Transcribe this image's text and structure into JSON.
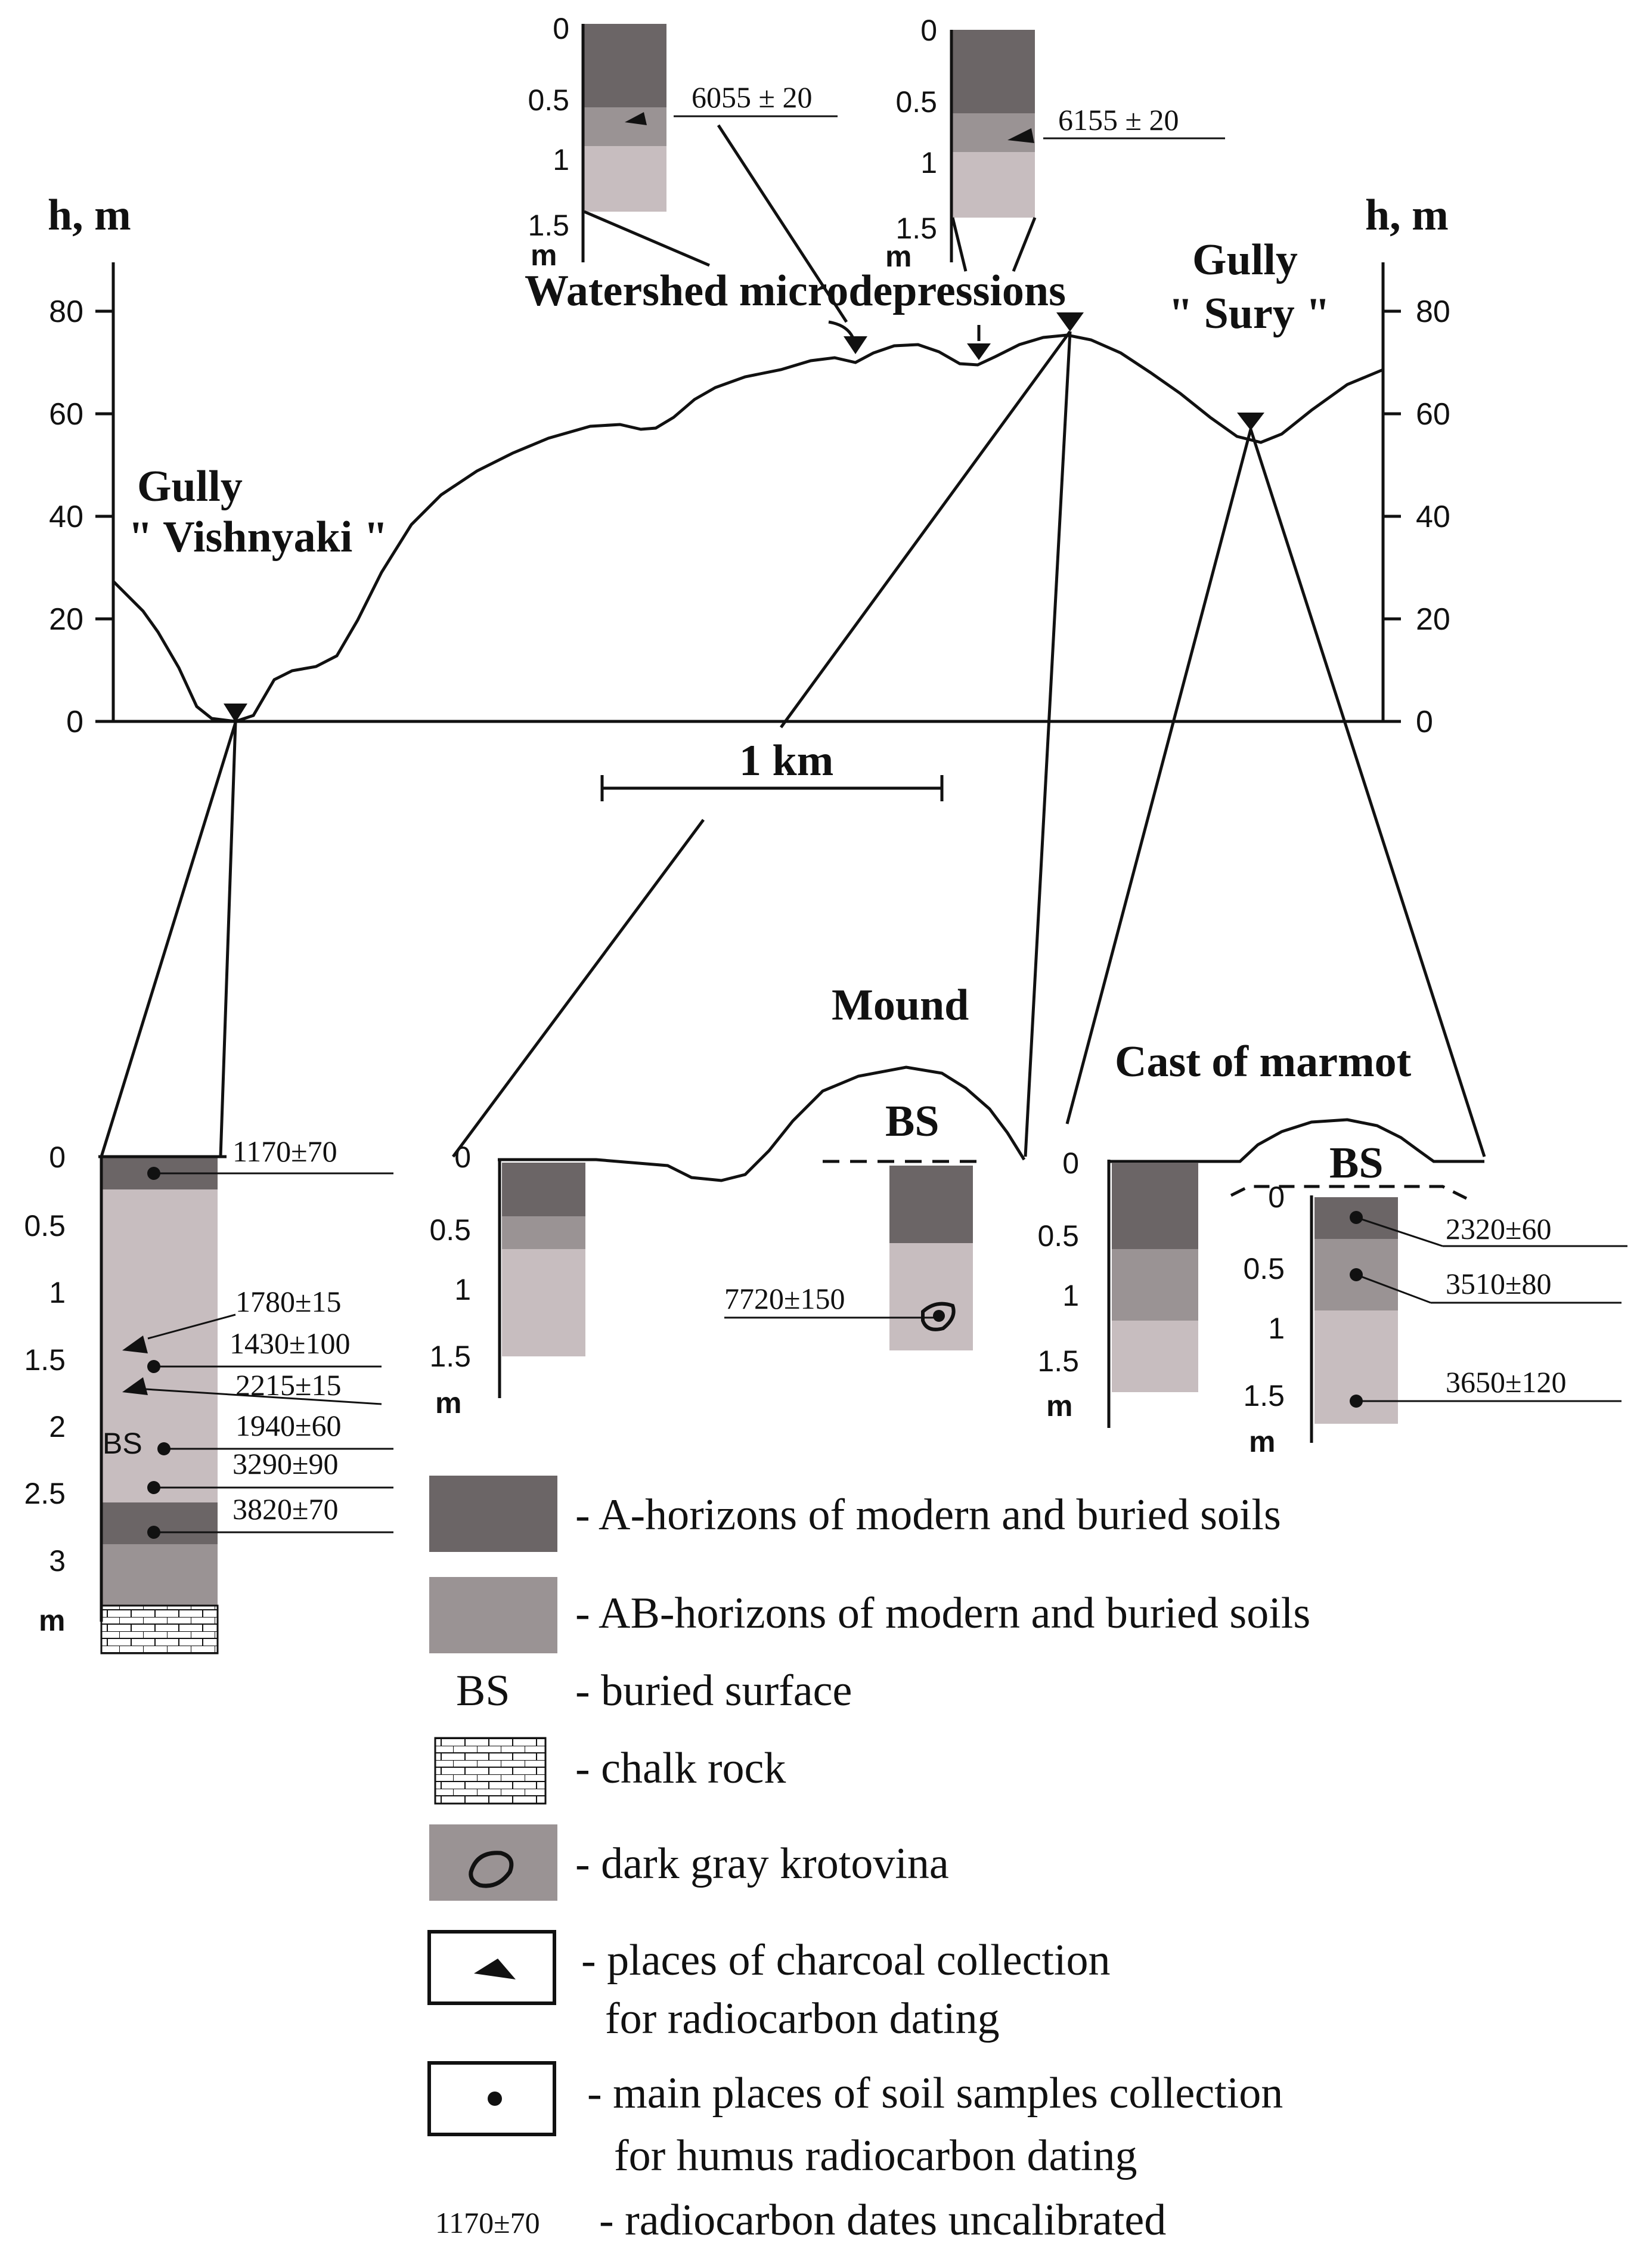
{
  "profile": {
    "y_axis_label_left": "h, m",
    "y_axis_label_right": "h, m",
    "y_ticks": [
      "0",
      "20",
      "40",
      "60",
      "80"
    ],
    "scale_bar": "1 km",
    "labels": {
      "gully_vishnyaki_1": "Gully",
      "gully_vishnyaki_2": "\" Vishnyaki \"",
      "gully_sury_1": "Gully",
      "gully_sury_2": "\" Sury \"",
      "watershed": "Watershed microdepressions",
      "mound": "Mound",
      "cast": "Cast of marmot"
    }
  },
  "top_columns": {
    "left": {
      "ticks": [
        "0",
        "0.5",
        "1",
        "1.5"
      ],
      "unit": "m",
      "date": "6055 ± 20"
    },
    "right": {
      "ticks": [
        "0",
        "0.5",
        "1",
        "1.5"
      ],
      "unit": "m",
      "date": "6155 ± 20"
    }
  },
  "vishnyaki_column": {
    "ticks": [
      "0",
      "0.5",
      "1",
      "1.5",
      "2",
      "2.5",
      "3"
    ],
    "unit": "m",
    "bs": "BS",
    "dates": [
      "1170±70",
      "1780±15",
      "1430±100",
      "2215±15",
      "1940±60",
      "3290±90",
      "3820±70"
    ]
  },
  "mound_column": {
    "ticks": [
      "0",
      "0.5",
      "1",
      "1.5"
    ],
    "unit": "m",
    "bs": "BS",
    "date": "7720±150"
  },
  "cast_column": {
    "ticks_left": [
      "0",
      "0.5",
      "1",
      "1.5"
    ],
    "ticks_right": [
      "0",
      "0.5",
      "1",
      "1.5"
    ],
    "unit": "m",
    "bs": "BS",
    "dates": [
      "2320±60",
      "3510±80",
      "3650±120"
    ]
  },
  "legend": {
    "items": [
      "- A-horizons of modern and buried soils",
      "- AB-horizons of modern and buried soils",
      "- buried surface",
      "- chalk rock",
      "- dark gray krotovina",
      "- places  of charcoal collection",
      "for radiocarbon dating",
      "- main  places  of soil samples collection",
      "for humus radiocarbon dating",
      "- radiocarbon dates uncalibrated"
    ],
    "bs_symbol": "BS",
    "date_example": "1170±70"
  },
  "colors": {
    "a_horizon": "#6b6566",
    "ab_horizon": "#9a9394",
    "lower_horizon": "#c7bdbf"
  }
}
